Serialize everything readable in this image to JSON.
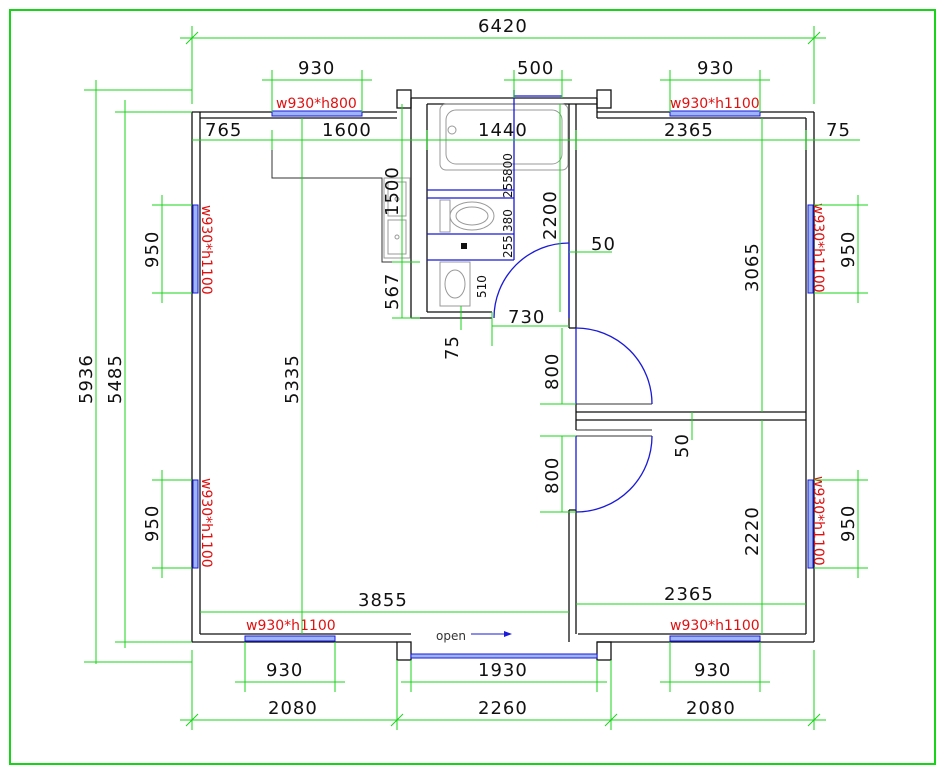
{
  "plan": {
    "dimensions": {
      "overall_width": "6420",
      "overall_depth": "5936",
      "inner_depth": "5485",
      "top_window_left": "930",
      "top_door_bath": "500",
      "top_window_right": "930",
      "top_seg_765": "765",
      "top_seg_1600": "1600",
      "top_seg_1440": "1440",
      "top_seg_2365": "2365",
      "top_seg_75": "75",
      "left_window_upper": "950",
      "left_window_lower": "950",
      "right_window_upper": "950",
      "right_window_lower": "950",
      "kitchen_1500": "1500",
      "kitchen_567": "567",
      "bath_2200": "2200",
      "bath_800": "800",
      "bath_255a": "255",
      "bath_380": "380",
      "bath_255b": "255",
      "bath_510": "510",
      "bath_75": "75",
      "bath_730": "730",
      "wall_50_upper": "50",
      "wall_50_lower": "50",
      "room_3065": "3065",
      "room_2220": "2220",
      "room_2365_bottom": "2365",
      "living_5335": "5335",
      "living_3855": "3855",
      "door_800_upper": "800",
      "door_800_lower": "800",
      "bottom_window_left": "930",
      "bottom_door": "1930",
      "bottom_window_right": "930",
      "bottom_seg_left": "2080",
      "bottom_seg_mid": "2260",
      "bottom_seg_right": "2080"
    },
    "windows": {
      "top_left": "w930*h800",
      "top_right": "w930*h1100",
      "left_upper": "w930*h1100",
      "left_lower": "w930*h1100",
      "right_upper": "w930*h1100",
      "right_lower": "w930*h1100",
      "bottom_left": "w930*h1100",
      "bottom_right": "w930*h1100"
    },
    "open_label": "open"
  }
}
